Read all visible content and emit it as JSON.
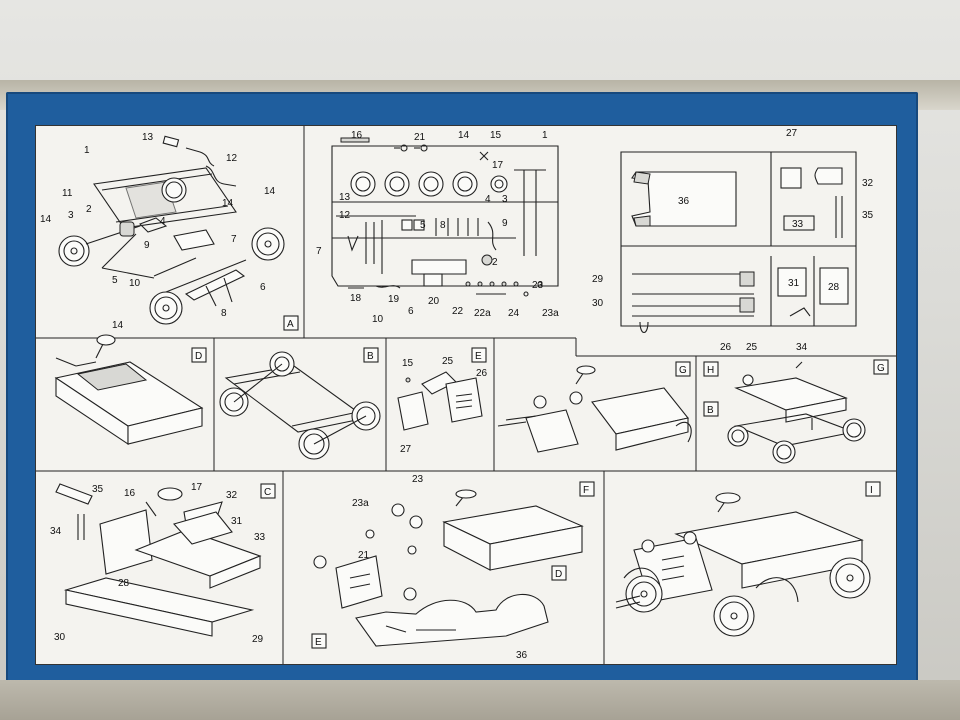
{
  "parts_labels": {
    "a": [
      "1",
      "2",
      "3",
      "4",
      "5",
      "6",
      "7",
      "8",
      "9",
      "10",
      "11",
      "12",
      "13",
      "14",
      "14",
      "14",
      "14"
    ],
    "sprue": [
      "16",
      "21",
      "14",
      "15",
      "1",
      "17",
      "13",
      "12",
      "5",
      "8",
      "4",
      "3",
      "9",
      "7",
      "2",
      "18",
      "19",
      "10",
      "6",
      "20",
      "22",
      "22a",
      "23",
      "24",
      "23a"
    ],
    "sprue2": [
      "27",
      "32",
      "36",
      "35",
      "33",
      "29",
      "31",
      "28",
      "30",
      "26",
      "25",
      "34"
    ],
    "c": [
      "35",
      "16",
      "17",
      "32",
      "34",
      "31",
      "33",
      "28",
      "30",
      "29"
    ],
    "e": [
      "15",
      "25",
      "26",
      "27"
    ],
    "f": [
      "23",
      "23a",
      "21",
      "D",
      "E",
      "36"
    ]
  },
  "panels": {
    "a": "A",
    "d": "D",
    "b": "B",
    "e": "E",
    "g": "G",
    "hbg_h": "H",
    "hbg_g": "G",
    "hbg_b": "B",
    "c": "C",
    "f": "F",
    "i": "I"
  }
}
